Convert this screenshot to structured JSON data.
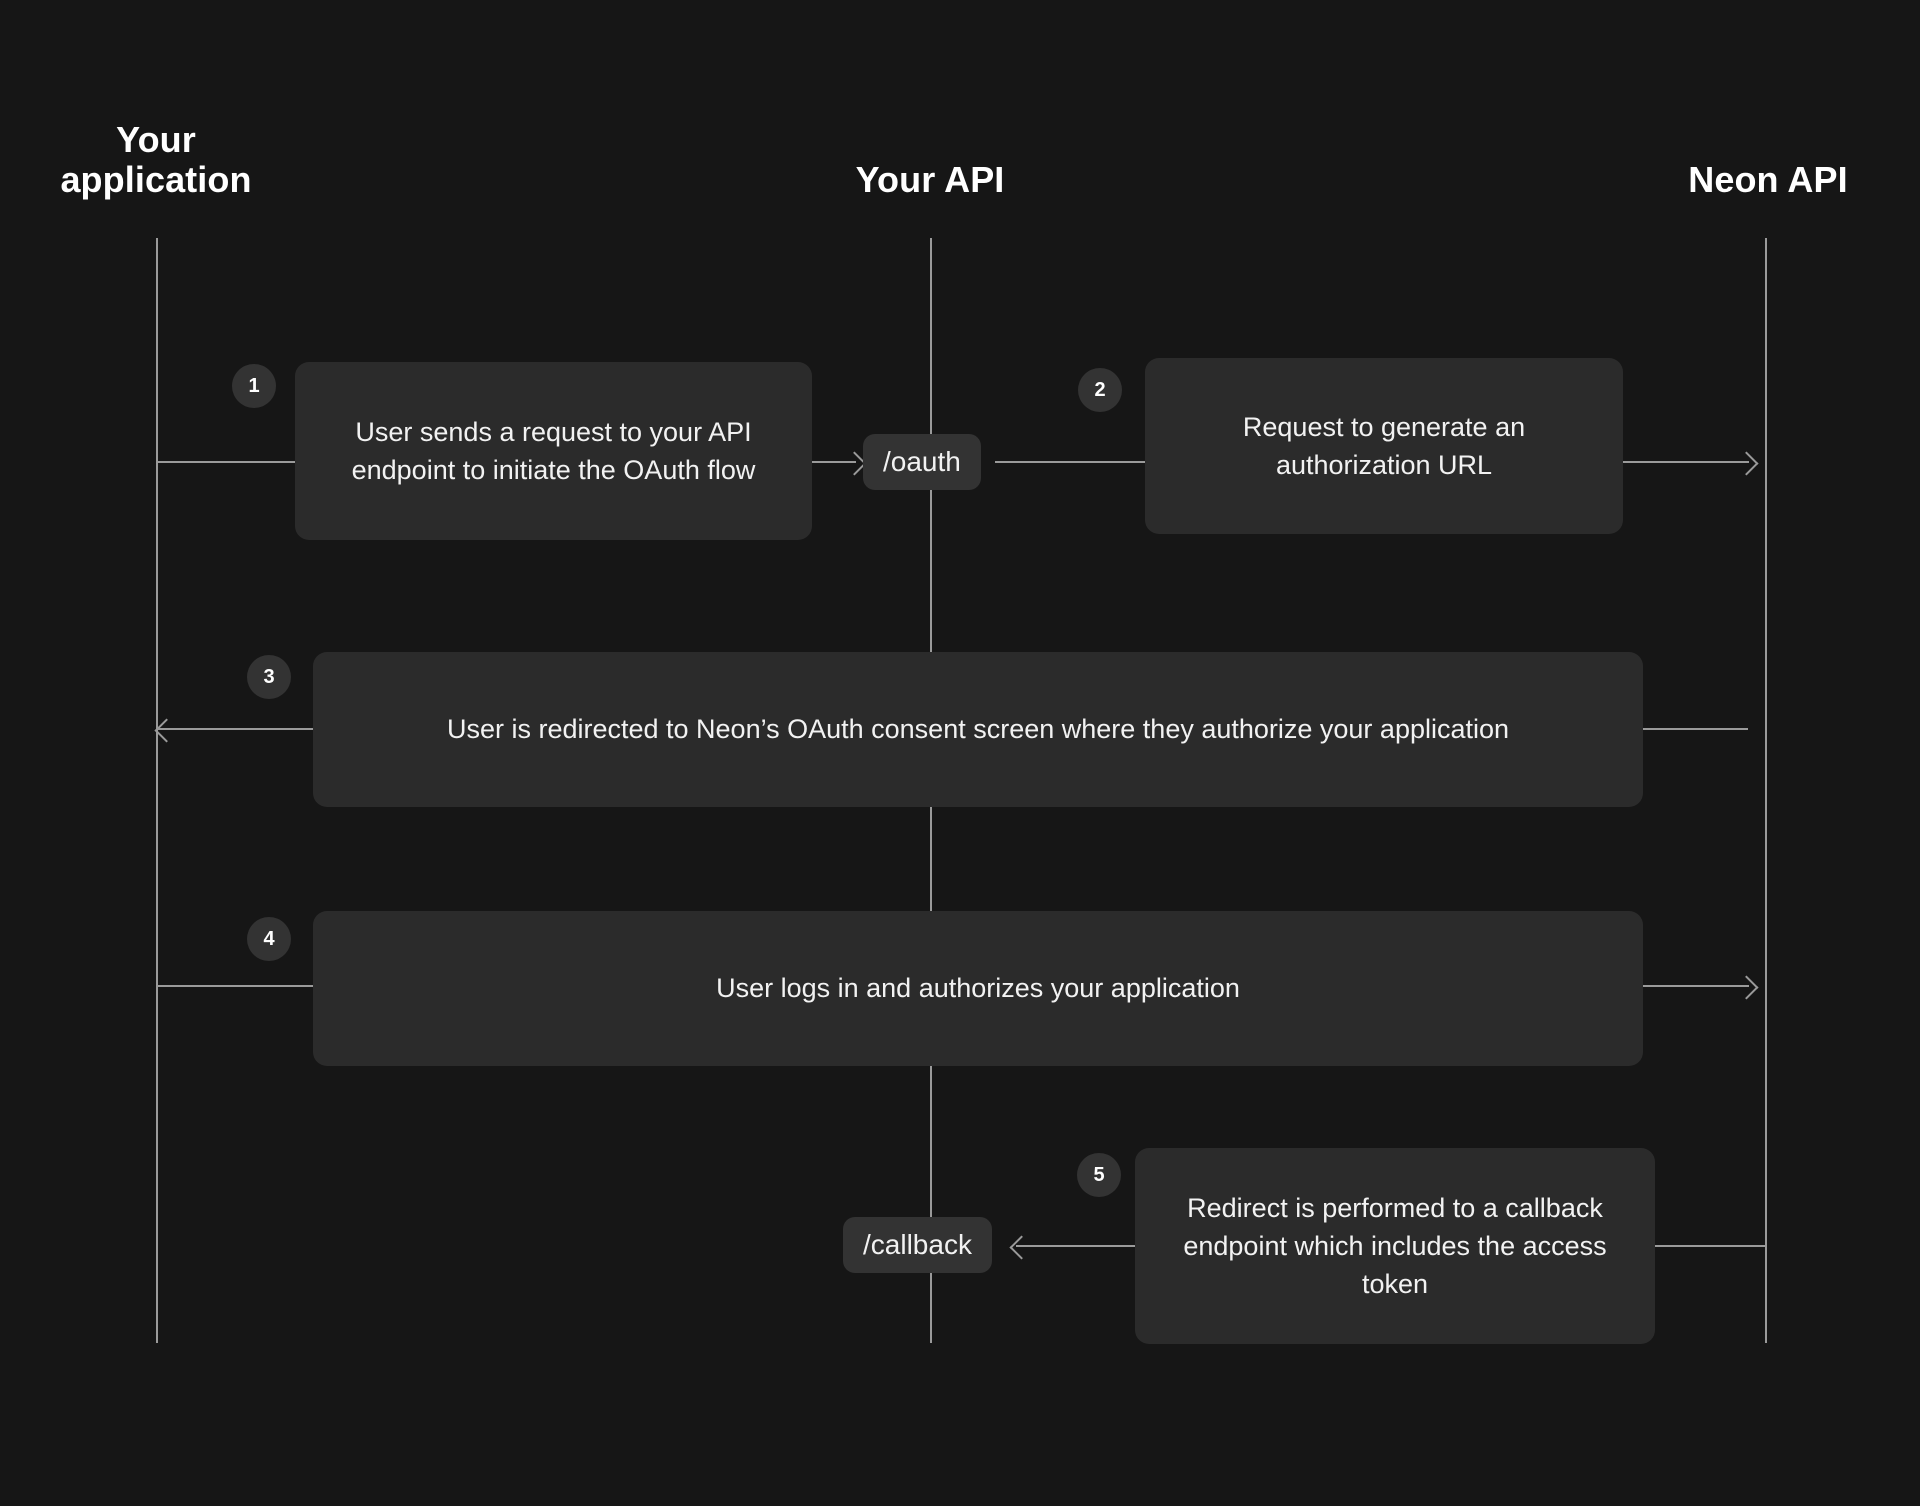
{
  "diagram": {
    "title": "Neon OAuth flow sequence diagram",
    "background_color": "#161616",
    "card_color": "#2b2b2b",
    "badge_color": "#333333",
    "line_color": "#9a9a9a",
    "text_color": "#f2f2f2"
  },
  "columns": [
    {
      "id": "app",
      "label": "Your\napplication"
    },
    {
      "id": "api",
      "label": "Your API"
    },
    {
      "id": "neon",
      "label": "Neon API"
    }
  ],
  "steps": [
    {
      "number": "1",
      "text": "User sends a request to your API endpoint to initiate the OAuth flow"
    },
    {
      "number": "2",
      "text": "Request to generate an authorization URL"
    },
    {
      "number": "3",
      "text": "User is redirected to Neon’s OAuth consent screen where they authorize your application"
    },
    {
      "number": "4",
      "text": "User logs in and authorizes your application"
    },
    {
      "number": "5",
      "text": "Redirect is performed to a callback endpoint which includes the access token"
    }
  ],
  "endpoints": [
    {
      "id": "oauth",
      "label": "/oauth"
    },
    {
      "id": "callback",
      "label": "/callback"
    }
  ]
}
